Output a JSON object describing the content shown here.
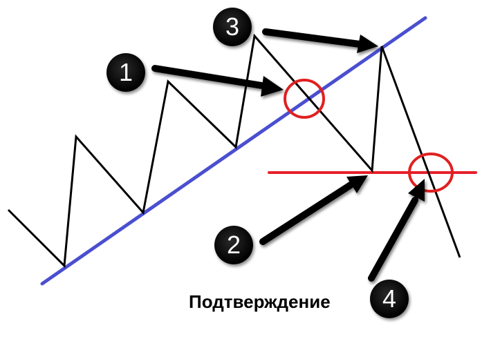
{
  "caption": "Подтверждение",
  "badges": [
    {
      "id": "1",
      "label": "1"
    },
    {
      "id": "2",
      "label": "2"
    },
    {
      "id": "3",
      "label": "3"
    },
    {
      "id": "4",
      "label": "4"
    }
  ],
  "colors": {
    "price_line": "#000000",
    "trendline": "#4a4fd0",
    "support_line": "#e8202a",
    "highlight_circle": "#e02020",
    "arrow": "#000000",
    "badge_bg": "#000000",
    "badge_text": "#ffffff"
  },
  "elements": {
    "trendline": "rising-trendline",
    "support_line": "horizontal-support-line",
    "circle_1": "trendline-break-circle",
    "circle_2": "support-break-circle"
  }
}
